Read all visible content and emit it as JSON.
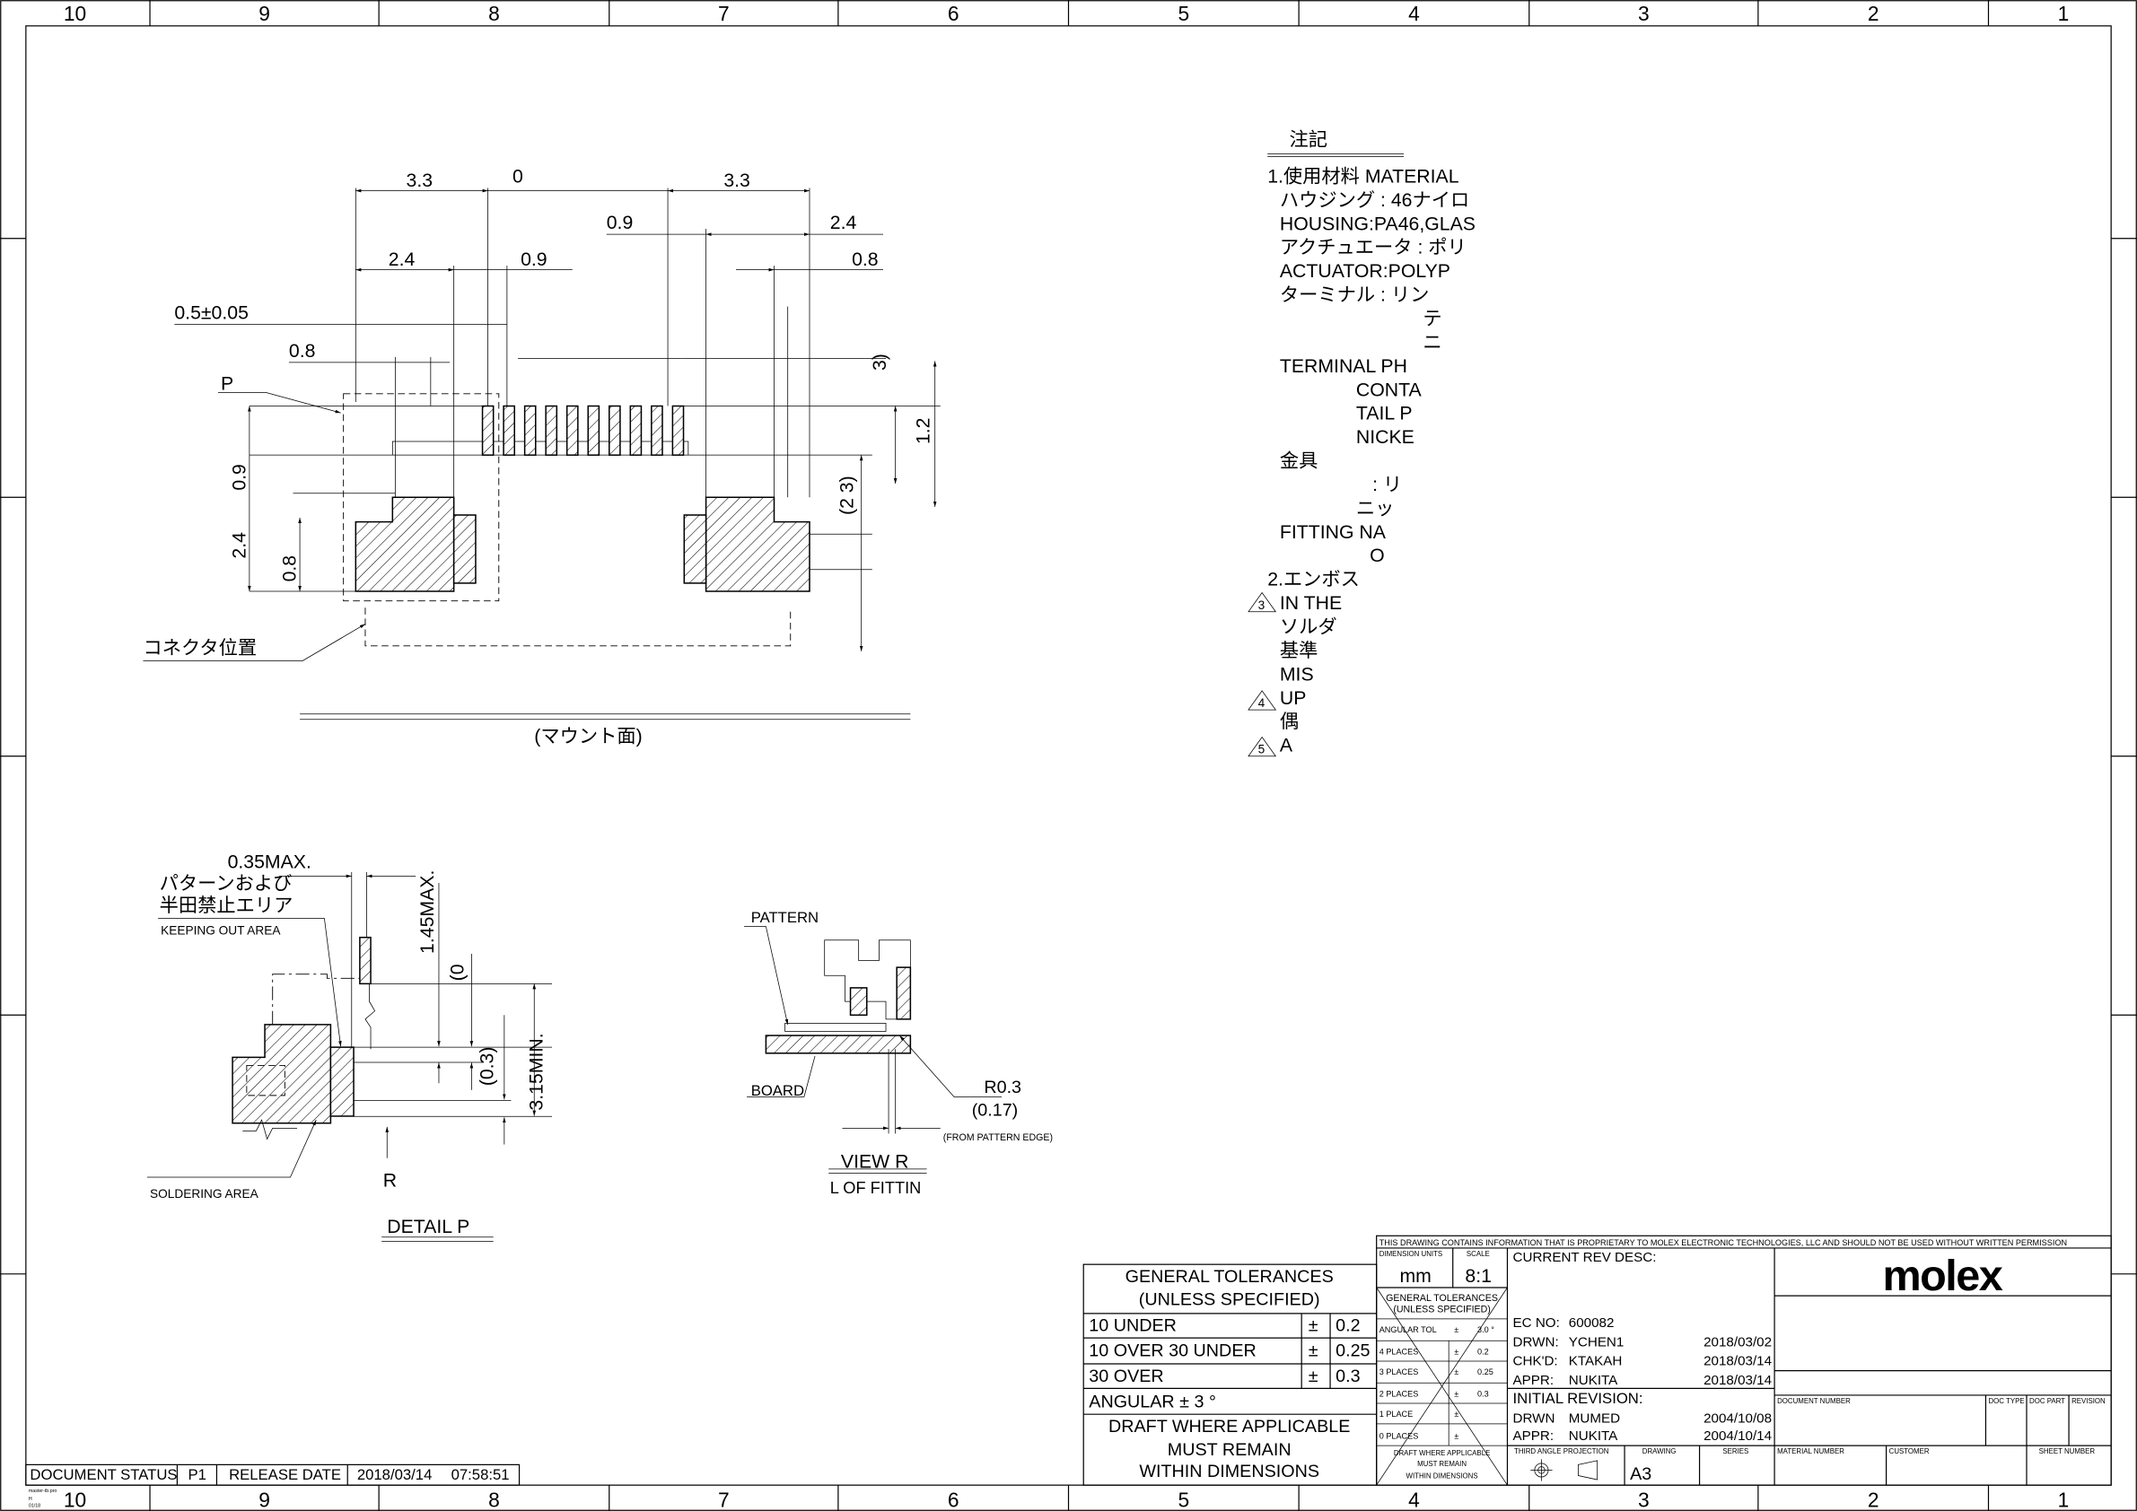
{
  "zones": [
    "10",
    "9",
    "8",
    "7",
    "6",
    "5",
    "4",
    "3",
    "2",
    "1"
  ],
  "main_view": {
    "dims": {
      "d_3_3_left": "3.3",
      "d_0": "0",
      "d_3_3_right": "3.3",
      "d_0_9_top": "0.9",
      "d_2_4_right": "2.4",
      "d_2_4_left": "2.4",
      "d_0_9_left": "0.9",
      "d_0_8_right": "0.8",
      "d_0_5": "0.5±0.05",
      "d_0_8_left": "0.8",
      "v_0_9": "0.9",
      "v_2_4": "2.4",
      "v_0_8": "0.8",
      "v_3": "3)",
      "v_1_2": "1.2",
      "v_2_3": "(2  3)"
    },
    "label_p": "P",
    "connector_position": "コネクタ位置",
    "mount_surface": "(マウント面)"
  },
  "notes": {
    "title": "注記",
    "lines": [
      "1.使用材料    MATERIAL",
      "ハウジング     : 46ナイロ",
      "HOUSING:PA46,GLAS",
      "アクチュエータ : ポリ",
      "ACTUATOR:POLYP",
      "ターミナル    : リン",
      "テ",
      "ニ",
      "TERMINAL   PH",
      "CONTA",
      "TAIL P",
      "NICKE",
      "金具",
      ": リ",
      "ニッ",
      "FITTING NA",
      "O",
      "2.エンボス",
      "IN THE",
      "ソルダ",
      "基準",
      "MIS",
      "UP",
      "偶",
      "A"
    ],
    "flags": [
      "3",
      "4",
      "5"
    ]
  },
  "detail_p": {
    "dim_035": "0.35MAX.",
    "jp_line1": "パターンおよび",
    "jp_line2": "半田禁止エリア",
    "keeping_out": "KEEPING OUT AREA",
    "dim_145": "1.45MAX.",
    "dim_0": "(0",
    "dim_03": "(0.3)",
    "dim_315": "3.15MIN.",
    "r_label": "R",
    "soldering": "SOLDERING AREA",
    "title": "DETAIL P"
  },
  "view_r": {
    "pattern": "PATTERN",
    "board": "BOARD",
    "r03": "R0.3",
    "d017": "(0.17)",
    "from_edge": "(FROM PATTERN EDGE)",
    "title": "VIEW R",
    "subtitle": "L OF FITTIN"
  },
  "general_tolerances": {
    "title1": "GENERAL TOLERANCES",
    "title2": "(UNLESS SPECIFIED)",
    "rows": [
      {
        "range": "10   UNDER",
        "pm": "±",
        "val": "0.2"
      },
      {
        "range": "10   OVER    30     UNDER",
        "pm": "±",
        "val": "0.25"
      },
      {
        "range": "30   OVER",
        "pm": "±",
        "val": "0.3"
      }
    ],
    "angular": "ANGULAR        ±    3    °",
    "draft1": "DRAFT WHERE APPLICABLE",
    "draft2": "MUST REMAIN",
    "draft3": "WITHIN DIMENSIONS"
  },
  "title_block": {
    "proprietary": "THIS DRAWING CONTAINS INFORMATION THAT IS PROPRIETARY TO MOLEX ELECTRONIC TECHNOLOGIES, LLC AND SHOULD NOT BE USED WITHOUT WRITTEN PERMISSION",
    "dimension_units_label": "DIMENSION UNITS",
    "dimension_units": "mm",
    "scale_label": "SCALE",
    "scale": "8:1",
    "tol_title1": "GENERAL TOLERANCES",
    "tol_title2": "(UNLESS SPECIFIED)",
    "tol_rows": [
      {
        "label": "ANGULAR TOL",
        "pm": "±",
        "val": "3.0 °"
      },
      {
        "label": "4 PLACES",
        "pm": "±",
        "val": "0.2"
      },
      {
        "label": "3 PLACES",
        "pm": "±",
        "val": "0.25"
      },
      {
        "label": "2 PLACES",
        "pm": "±",
        "val": "0.3"
      },
      {
        "label": "1 PLACE",
        "pm": "±",
        "val": ""
      },
      {
        "label": "0 PLACES",
        "pm": "±",
        "val": ""
      }
    ],
    "tol_draft1": "DRAFT WHERE APPLICABLE",
    "tol_draft2": "MUST REMAIN",
    "tol_draft3": "WITHIN DIMENSIONS",
    "current_rev_desc": "CURRENT REV DESC:",
    "ec_no_label": "EC NO:",
    "ec_no": "600082",
    "drwn_label": "DRWN:",
    "drwn": "YCHEN1",
    "drwn_date": "2018/03/02",
    "chkd_label": "CHK'D:",
    "chkd": "KTAKAH",
    "chkd_date": "2018/03/14",
    "appr_label": "APPR:",
    "appr": "NUKITA",
    "appr_date": "2018/03/14",
    "initial_revision": "INITIAL REVISION:",
    "init_drwn_label": "DRWN",
    "init_drwn": "MUMED",
    "init_drwn_date": "2004/10/08",
    "init_appr_label": "APPR:",
    "init_appr": "NUKITA",
    "init_appr_date": "2004/10/14",
    "third_angle": "THIRD ANGLE PROJECTION",
    "drawing_label": "DRAWING",
    "drawing": "A3",
    "series_label": "SERIES",
    "logo": "molex",
    "document_number": "DOCUMENT NUMBER",
    "doc_type": "DOC TYPE",
    "doc_part": "DOC PART",
    "revision": "REVISION",
    "material_number": "MATERIAL NUMBER",
    "customer": "CUSTOMER",
    "sheet_number": "SHEET NUMBER"
  },
  "document_status": {
    "label": "DOCUMENT STATUS",
    "value": "P1",
    "release_label": "RELEASE DATE",
    "release_date": "2018/03/14",
    "release_time": "07:58:51",
    "template_name": "master-tb.pro",
    "template_rev": "H",
    "template_date": "01/18"
  }
}
